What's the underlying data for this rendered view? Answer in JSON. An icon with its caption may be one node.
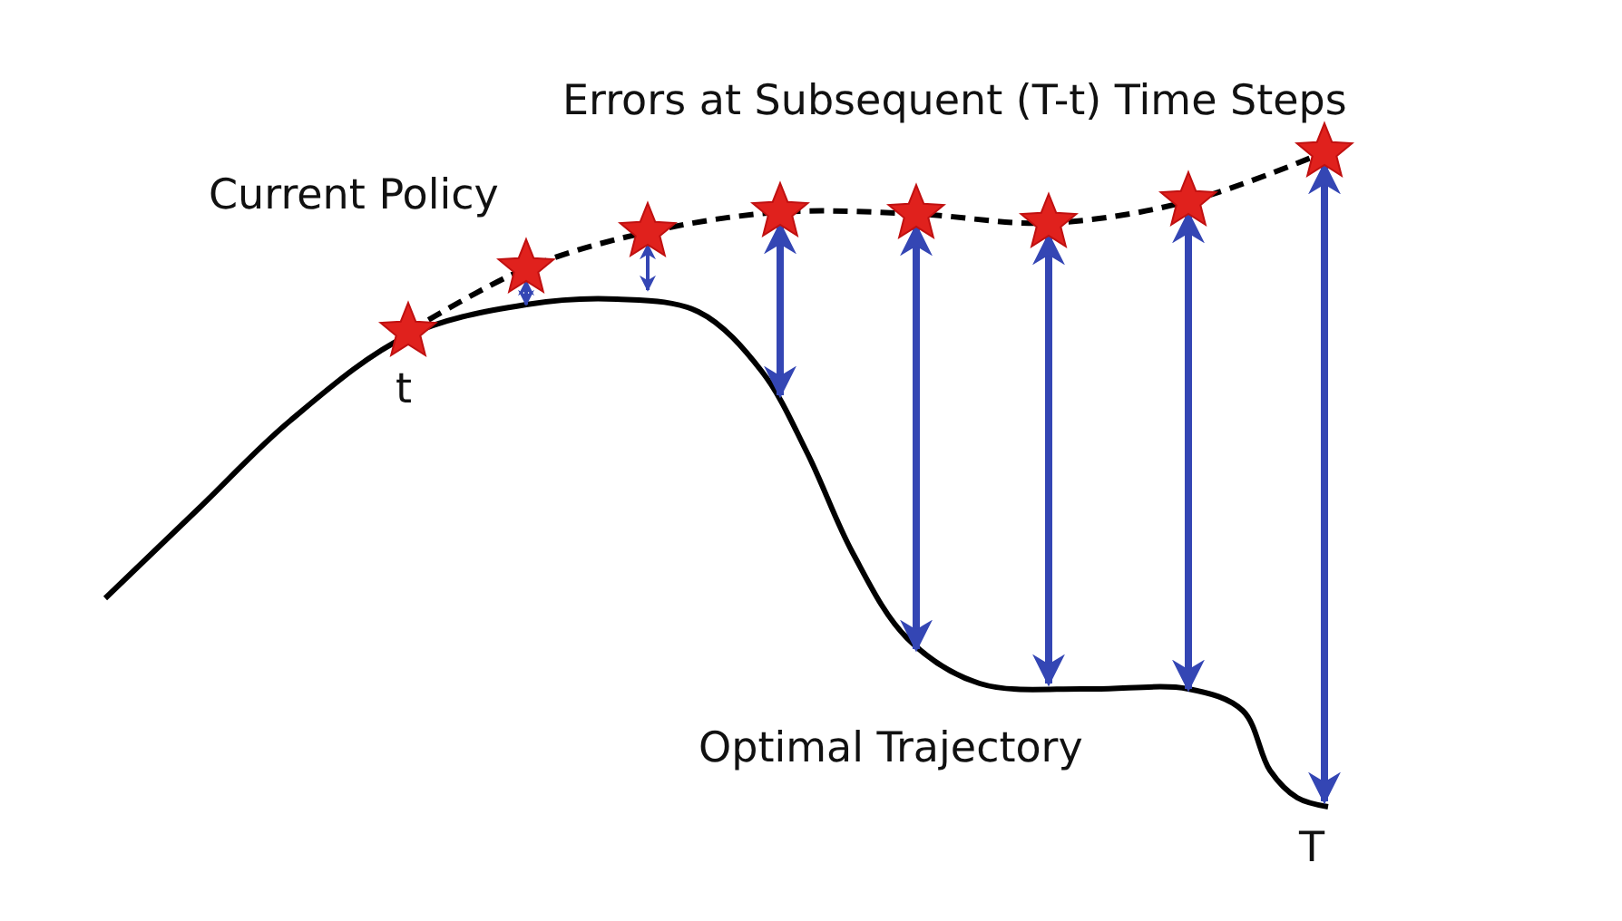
{
  "diagram": {
    "labels": [
      "Errors at Subsequent (T-t) Time Steps",
      "Current Policy",
      "t",
      "Optimal Trajectory",
      "T"
    ]
  }
}
